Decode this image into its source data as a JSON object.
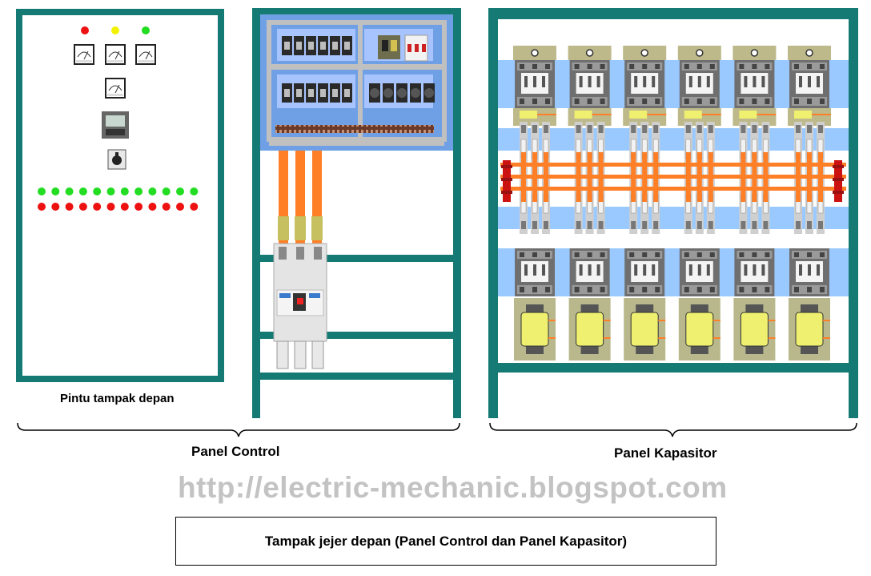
{
  "labels": {
    "door_caption": "Pintu tampak depan",
    "control_caption": "Panel Control",
    "kapasitor_caption": "Panel Kapasitor",
    "watermark": "http://electric-mechanic.blogspot.com",
    "diagram_caption": "Tampak jejer depan (Panel Control dan Panel Kapasitor)"
  },
  "colors": {
    "frame": "#167a74",
    "mounting_plate": "#6fa0e6",
    "busbar": "#ff7f27",
    "bus_band": "#99c9ff",
    "contactor_body": "#707070",
    "reactor_base": "#b8b88c",
    "reactor_core": "#f0f070",
    "lamp_red": "#ee1111",
    "lamp_yellow": "#f2f200",
    "lamp_green": "#22dd22"
  },
  "door": {
    "pilot_lamps": [
      "lamp_red",
      "lamp_yellow",
      "lamp_green"
    ],
    "indicator_rows": [
      {
        "color": "lamp_green",
        "count": 12
      },
      {
        "color": "lamp_red",
        "count": 12
      }
    ],
    "devices": [
      "voltmeter",
      "ammeter",
      "ammeter",
      "power-factor-meter",
      "pf-controller",
      "selector-switch"
    ]
  },
  "capacitor_panel": {
    "steps": 6,
    "components_per_step": [
      "fuse-holder",
      "contactor",
      "fuse-base",
      "capacitor",
      "contactor",
      "reactor"
    ]
  }
}
